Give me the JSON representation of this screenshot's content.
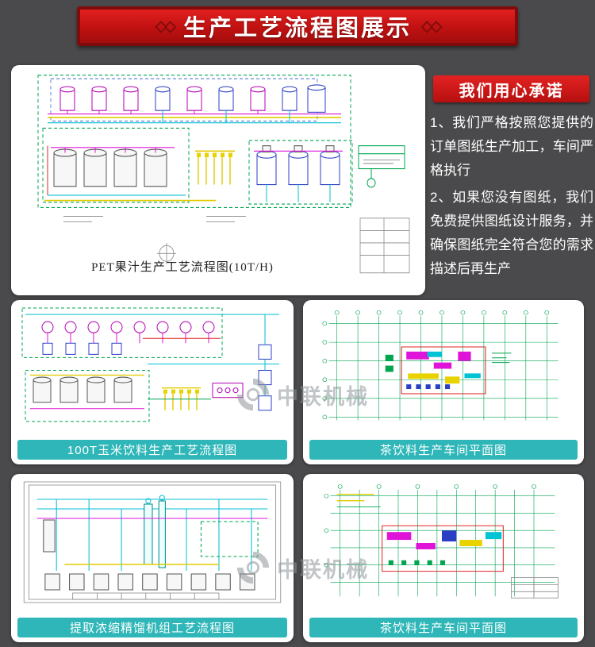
{
  "header": {
    "title": "生产工艺流程图展示",
    "left_ornament": "◇◇",
    "right_ornament": "◇◇"
  },
  "promise": {
    "badge": "我们用心承诺",
    "items": [
      "1、我们严格按照您提供的订单图纸生产加工，车间严格执行",
      "2、如果您没有图纸，我们免费提供图纸设计服务，并确保图纸完全符合您的需求描述后再生产"
    ]
  },
  "panels": {
    "main": {
      "caption": "PET果汁生产工艺流程图(10T/H)"
    },
    "corn": {
      "caption": "100T玉米饮料生产工艺流程图"
    },
    "tea_plan_1": {
      "caption": "茶饮料生产车间平面图"
    },
    "distill": {
      "caption": "提取浓缩精馏机组工艺流程图"
    },
    "tea_plan_2": {
      "caption": "茶饮料生产车间平面图"
    }
  },
  "watermark": {
    "text": "中联机械"
  }
}
